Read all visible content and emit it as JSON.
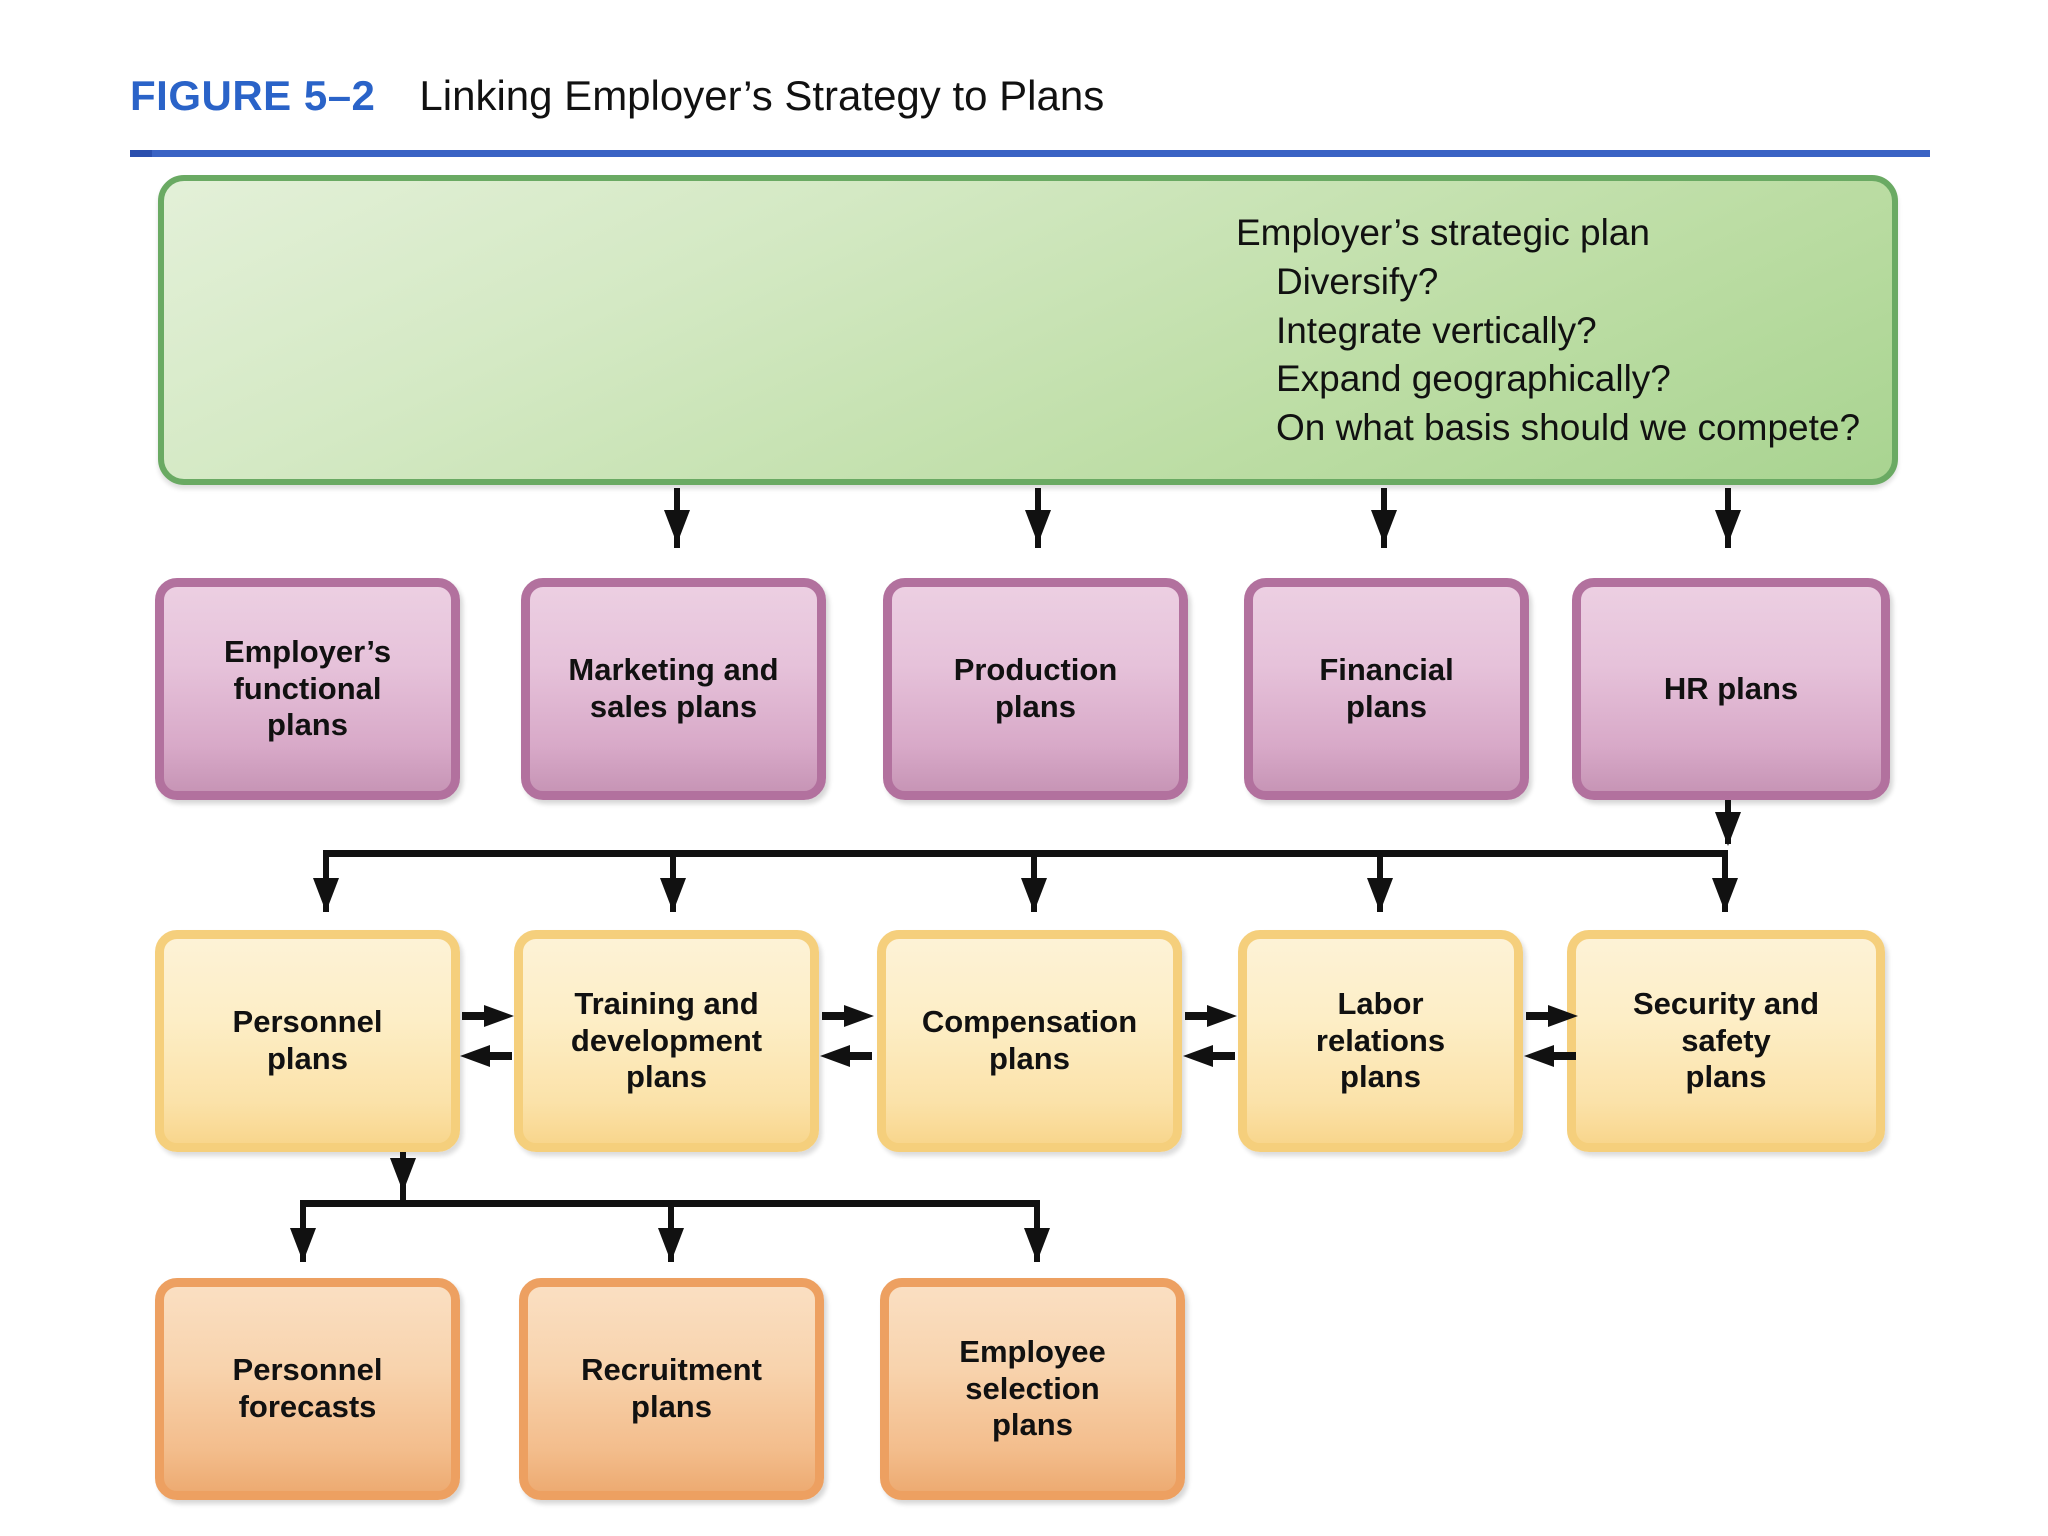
{
  "header": {
    "figure_number": "FIGURE 5–2",
    "title": "Linking Employer’s Strategy to Plans",
    "accent_color": "#2a63c8",
    "rule_color": "#3a63c4"
  },
  "diagram": {
    "strategic_plan": {
      "heading": "Employer’s strategic plan",
      "items": [
        "Diversify?",
        "Integrate vertically?",
        "Expand geographically?",
        "On what basis should we compete?"
      ],
      "fill_color": "#bcdda4",
      "border_color": "#6aaa63"
    },
    "functional_plans": {
      "fill_color": "#e0bfd6",
      "border_color": "#b2719e",
      "boxes": [
        {
          "label": "Employer’s\nfunctional\nplans"
        },
        {
          "label": "Marketing and\nsales plans"
        },
        {
          "label": "Production\nplans"
        },
        {
          "label": "Financial\nplans"
        },
        {
          "label": "HR plans"
        }
      ]
    },
    "hr_plans": {
      "fill_color": "#fbe7b8",
      "border_color": "#f5cf7c",
      "boxes": [
        {
          "label": "Personnel\nplans"
        },
        {
          "label": "Training and\ndevelopment\nplans"
        },
        {
          "label": "Compensation\nplans"
        },
        {
          "label": "Labor\nrelations\nplans"
        },
        {
          "label": "Security and\nsafety\nplans"
        }
      ]
    },
    "personnel_plans": {
      "fill_color": "#f5ca9e",
      "border_color": "#eda061",
      "boxes": [
        {
          "label": "Personnel\nforecasts"
        },
        {
          "label": "Recruitment\nplans"
        },
        {
          "label": "Employee\nselection\nplans"
        }
      ]
    },
    "connectors": {
      "strategic_to_functional": "4 downward arrows",
      "hr_to_hrplans": "bracket fan-out to 5 boxes",
      "personnel_to_forecasts": "bracket fan-out to 3 boxes",
      "peer_links": "bidirectional arrows between adjacent HR plan boxes"
    }
  }
}
